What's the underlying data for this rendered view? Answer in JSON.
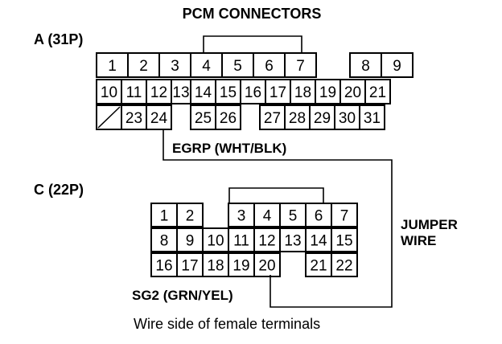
{
  "title": "PCM CONNECTORS",
  "connector_a": {
    "label": "A (31P)",
    "rows": [
      [
        "1",
        "2",
        "3",
        "4",
        "5",
        "6",
        "7",
        "",
        "8",
        "9"
      ],
      [
        "10",
        "11",
        "12",
        "13",
        "14",
        "15",
        "16",
        "17",
        "18",
        "19",
        "20",
        "21"
      ],
      [
        "/",
        "23",
        "24",
        "",
        "25",
        "26",
        "",
        "27",
        "28",
        "29",
        "30",
        "31"
      ]
    ]
  },
  "connector_c": {
    "label": "C (22P)",
    "rows": [
      [
        "1",
        "2",
        "",
        "3",
        "4",
        "5",
        "6",
        "7"
      ],
      [
        "8",
        "9",
        "10",
        "11",
        "12",
        "13",
        "14",
        "15"
      ],
      [
        "16",
        "17",
        "18",
        "19",
        "20",
        "",
        "21",
        "22"
      ]
    ]
  },
  "labels": {
    "egrp": "EGRP (WHT/BLK)",
    "jumper_line1": "JUMPER",
    "jumper_line2": "WIRE",
    "sg2": "SG2 (GRN/YEL)",
    "caption": "Wire side of female terminals"
  }
}
